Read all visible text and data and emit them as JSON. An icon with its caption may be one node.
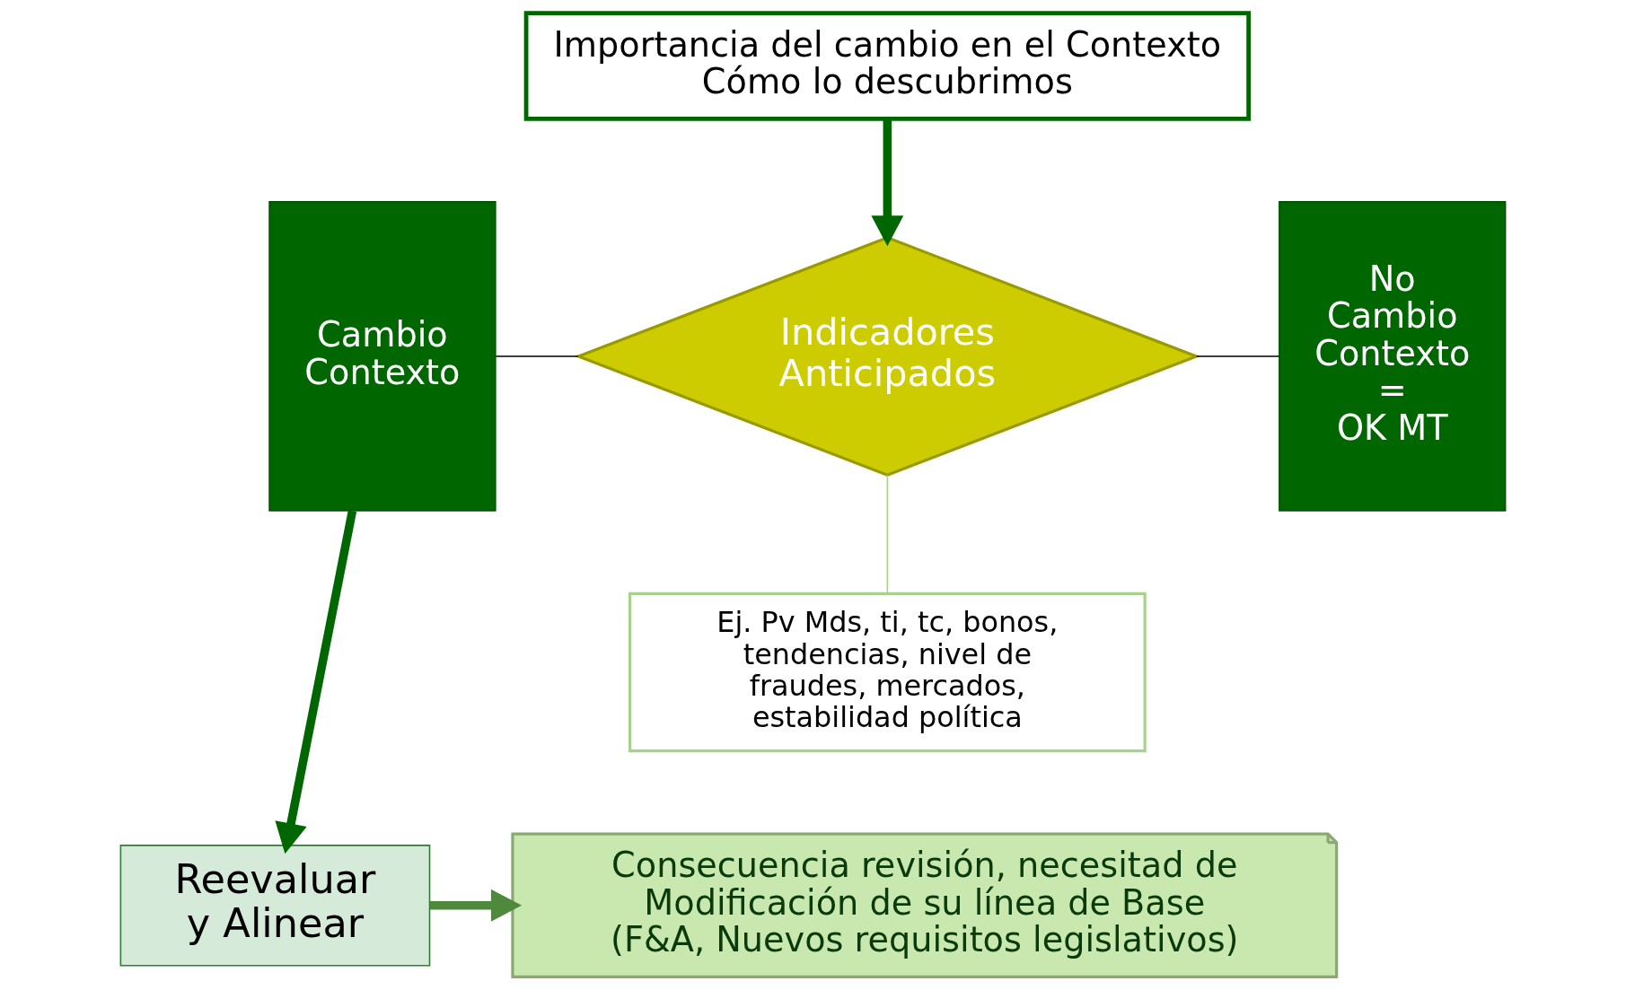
{
  "diagram": {
    "nodes": [
      {
        "text": [
          "Importancia del cambio en el Contexto",
          "Cómo lo descubrimos"
        ]
      },
      {
        "text": [
          "Cambio Contexto"
        ]
      },
      {
        "text": [
          "Indicadores Anticipados"
        ]
      },
      {
        "text": [
          "No Cambio Contexto =",
          "OK MT"
        ]
      },
      {
        "text": [
          "Ej. Pv Mds, ti, tc, bonos, tendencias, nivel de fraudes, mercados, estabilidad política"
        ]
      },
      {
        "text": [
          "Reevaluar y Alinear"
        ]
      },
      {
        "text": [
          "Consecuencia revisión, necesitad de Modificación de su línea de Base",
          "(F&A, Nuevos requisitos legislativos)"
        ]
      }
    ],
    "edges": [
      {
        "from": 0,
        "to": 2,
        "arrow": "to",
        "style": "thick",
        "color": "#006600"
      },
      {
        "from": 1,
        "to": 2,
        "arrow": "none",
        "color": "#000000"
      },
      {
        "from": 2,
        "to": 3,
        "arrow": "none",
        "color": "#000000"
      },
      {
        "from": 4,
        "to": 2,
        "arrow": "none",
        "color": "#a9d18e"
      },
      {
        "from": 1,
        "to": 5,
        "arrow": "to",
        "style": "thick",
        "color": "#006600"
      },
      {
        "from": 5,
        "to": 6,
        "arrow": "to",
        "style": "thick",
        "color": "#4f8a3c"
      }
    ]
  }
}
